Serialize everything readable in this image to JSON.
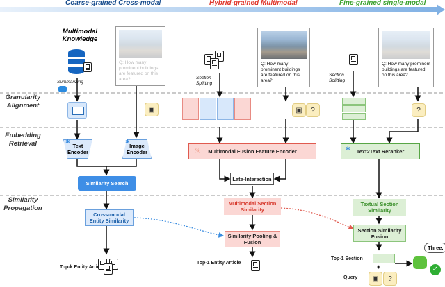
{
  "header": {
    "col1": "Coarse-grained Cross-modal",
    "col2": "Hybrid-grained Multimodal",
    "col3": "Fine-grained single-modal"
  },
  "rows": {
    "granularity": "Granularity\nAlignment",
    "embedding": "Embedding\nRetrieval",
    "similarity": "Similarity\nPropagation"
  },
  "knowledge": "Multimodal\nKnowledge",
  "summarizing": "Summarizing",
  "question": "Q: How many prominent buildings are featured on this area?",
  "section_splitting": "Section\nSplitting",
  "nodes": {
    "text_encoder": "Text\nEncoder",
    "image_encoder": "Image\nEncoder",
    "similarity_search": "Similarity Search",
    "cross_modal": "Cross-modal\nEntity Similarity",
    "mm_encoder": "Multimodal Fusion Feature Encoder",
    "late_interaction": "Late-Interaction",
    "mm_section_sim": "Multimodal Section\nSimilarity",
    "sim_pooling": "Similarity Pooling &\nFusion",
    "reranker": "Text2Text Reranker",
    "textual_section": "Textual Section\nSimilarity",
    "section_fusion": "Section Similarity\nFusion"
  },
  "outputs": {
    "topk": "Top-k Entity Articles",
    "top1_entity": "Top-1 Entity Article",
    "top1_section": "Top-1 Section",
    "query": "Query",
    "plus": "+",
    "answer": "Three."
  },
  "colors": {
    "col1": "#1b4f8f",
    "col2": "#e03a2f",
    "col3": "#3aa12c",
    "blue_box": "#dbe9fb",
    "red_box": "#fbd7d4",
    "green_box": "#dcefd5"
  },
  "icons": [
    "database-icon",
    "robot-icon",
    "image-icon",
    "question-icon",
    "document-icon",
    "fire-icon",
    "snowflake-icon",
    "check-icon"
  ]
}
